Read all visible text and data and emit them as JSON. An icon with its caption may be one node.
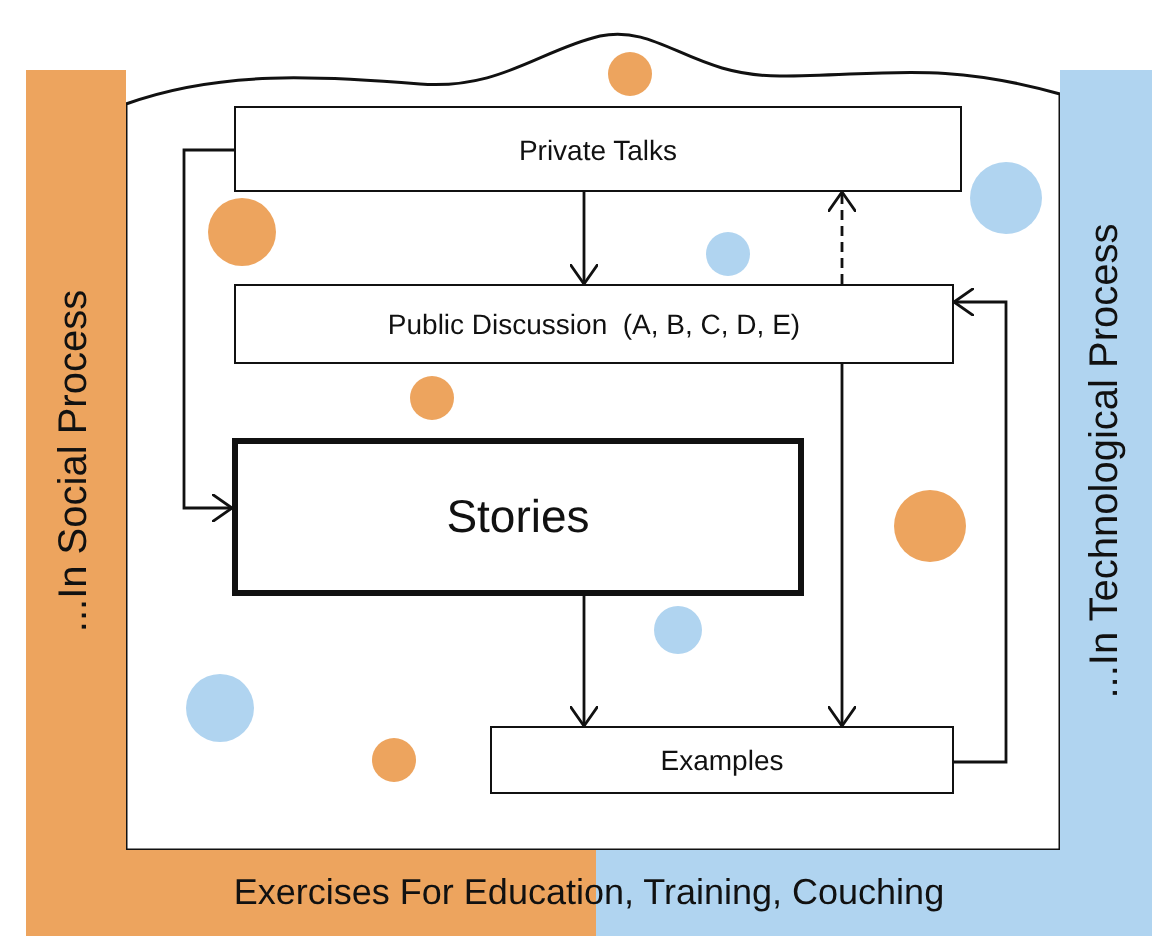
{
  "diagram": {
    "nodes": [
      {
        "text": [
          "...In Social Process"
        ]
      },
      {
        "text": [
          "...In Technological Process"
        ]
      },
      {
        "text": [
          "Private Talks"
        ]
      },
      {
        "text": [
          "Public Discussion  (A, B, C, D, E)"
        ]
      },
      {
        "text": [
          "Stories"
        ]
      },
      {
        "text": [
          "Examples"
        ]
      },
      {
        "text": [
          "Exercises For Education, Training, Couching"
        ]
      }
    ],
    "edges": [
      {
        "from": 2,
        "to": 3,
        "arrow": "to"
      },
      {
        "from": 3,
        "to": 2,
        "arrow": "to",
        "style": "dashed"
      },
      {
        "from": 2,
        "to": 4,
        "arrow": "to"
      },
      {
        "from": 4,
        "to": 5,
        "arrow": "to"
      },
      {
        "from": 3,
        "to": 5,
        "arrow": "to"
      },
      {
        "from": 5,
        "to": 3,
        "arrow": "to"
      }
    ]
  }
}
